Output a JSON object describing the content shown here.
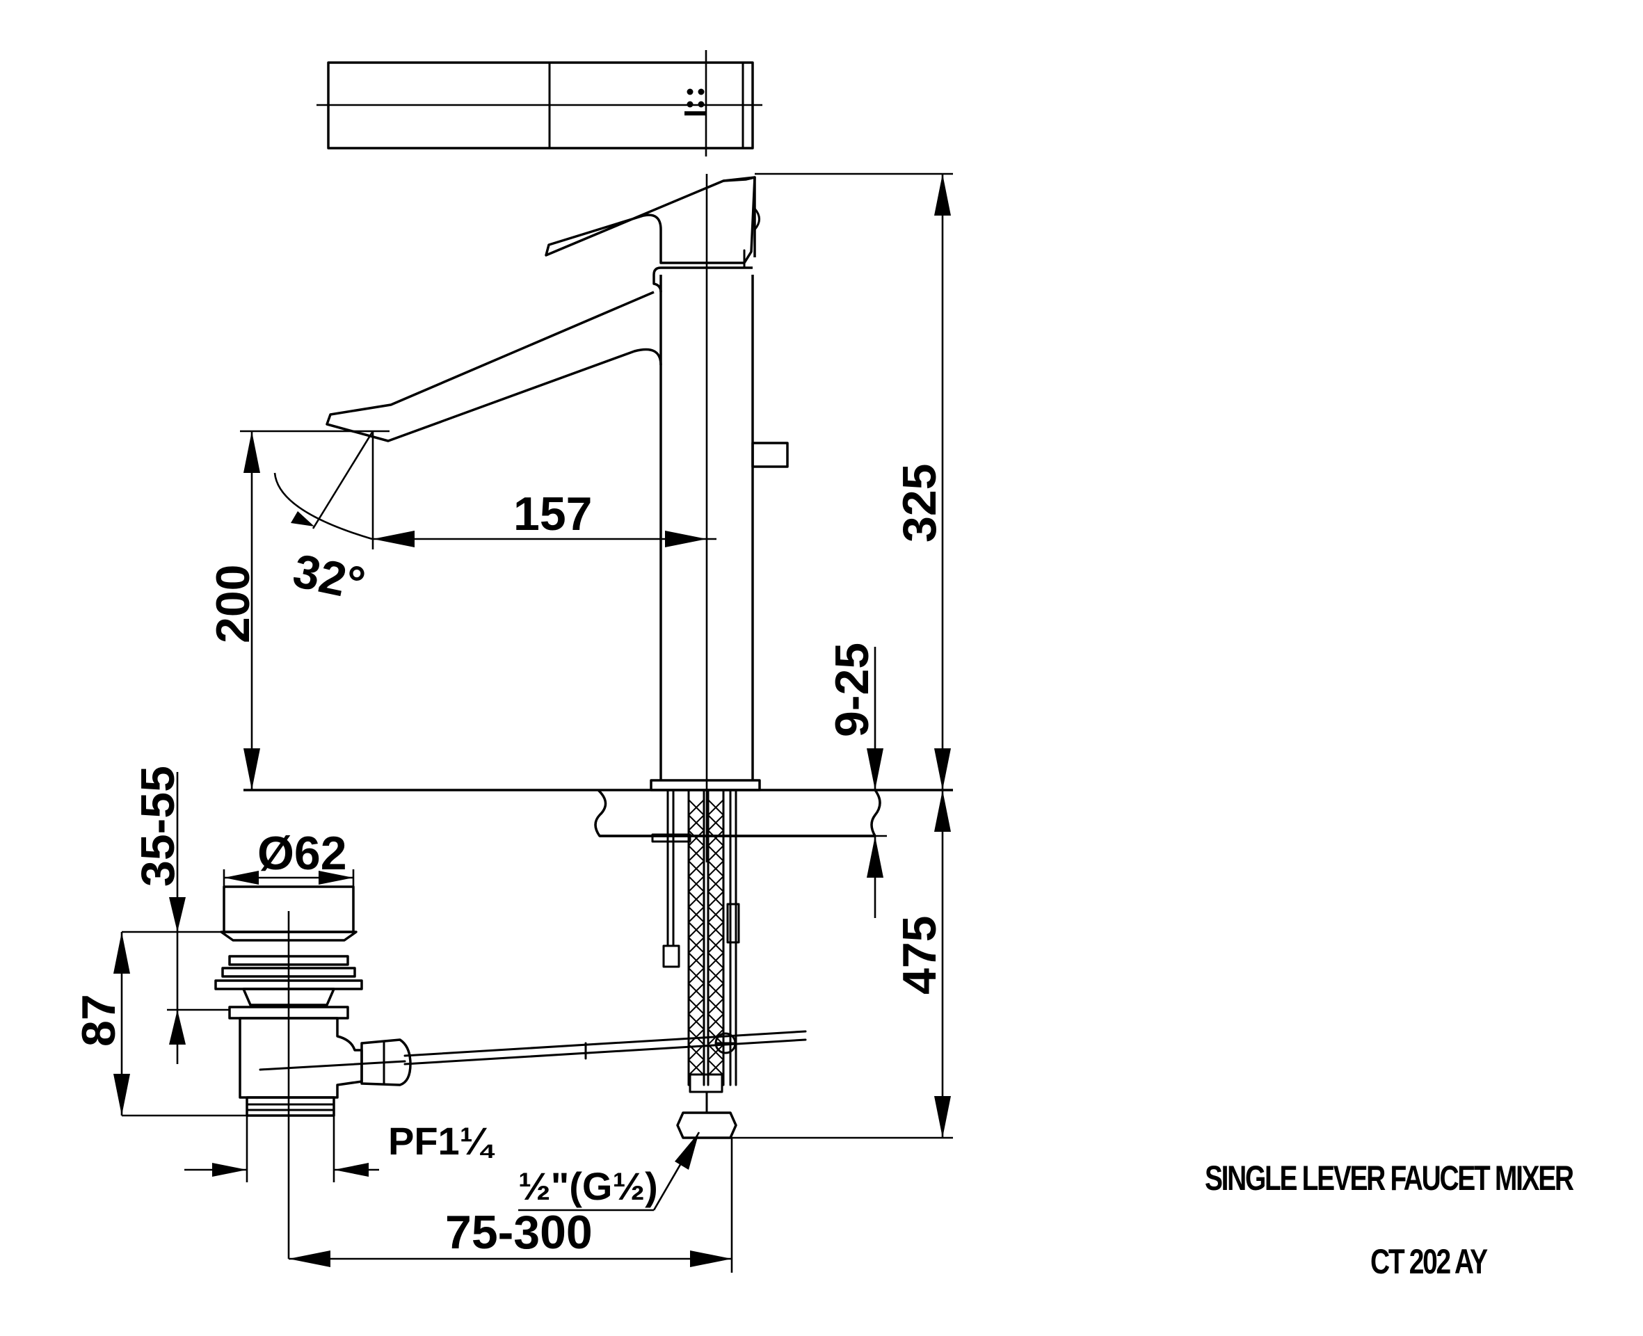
{
  "title": "SINGLE LEVER FAUCET MIXER",
  "model": "CT 202 AY",
  "dimensions": {
    "total_height": "325",
    "spout_height": "200",
    "spout_reach": "157",
    "spout_angle": "32°",
    "counter_thickness": "9-25",
    "below_counter": "475",
    "waste_diameter": "Ø62",
    "waste_flange": "35-55",
    "waste_height": "87",
    "waste_thread": "PF1¼",
    "hose_thread": "½\"(G½)",
    "lift_rod_distance": "75-300"
  }
}
